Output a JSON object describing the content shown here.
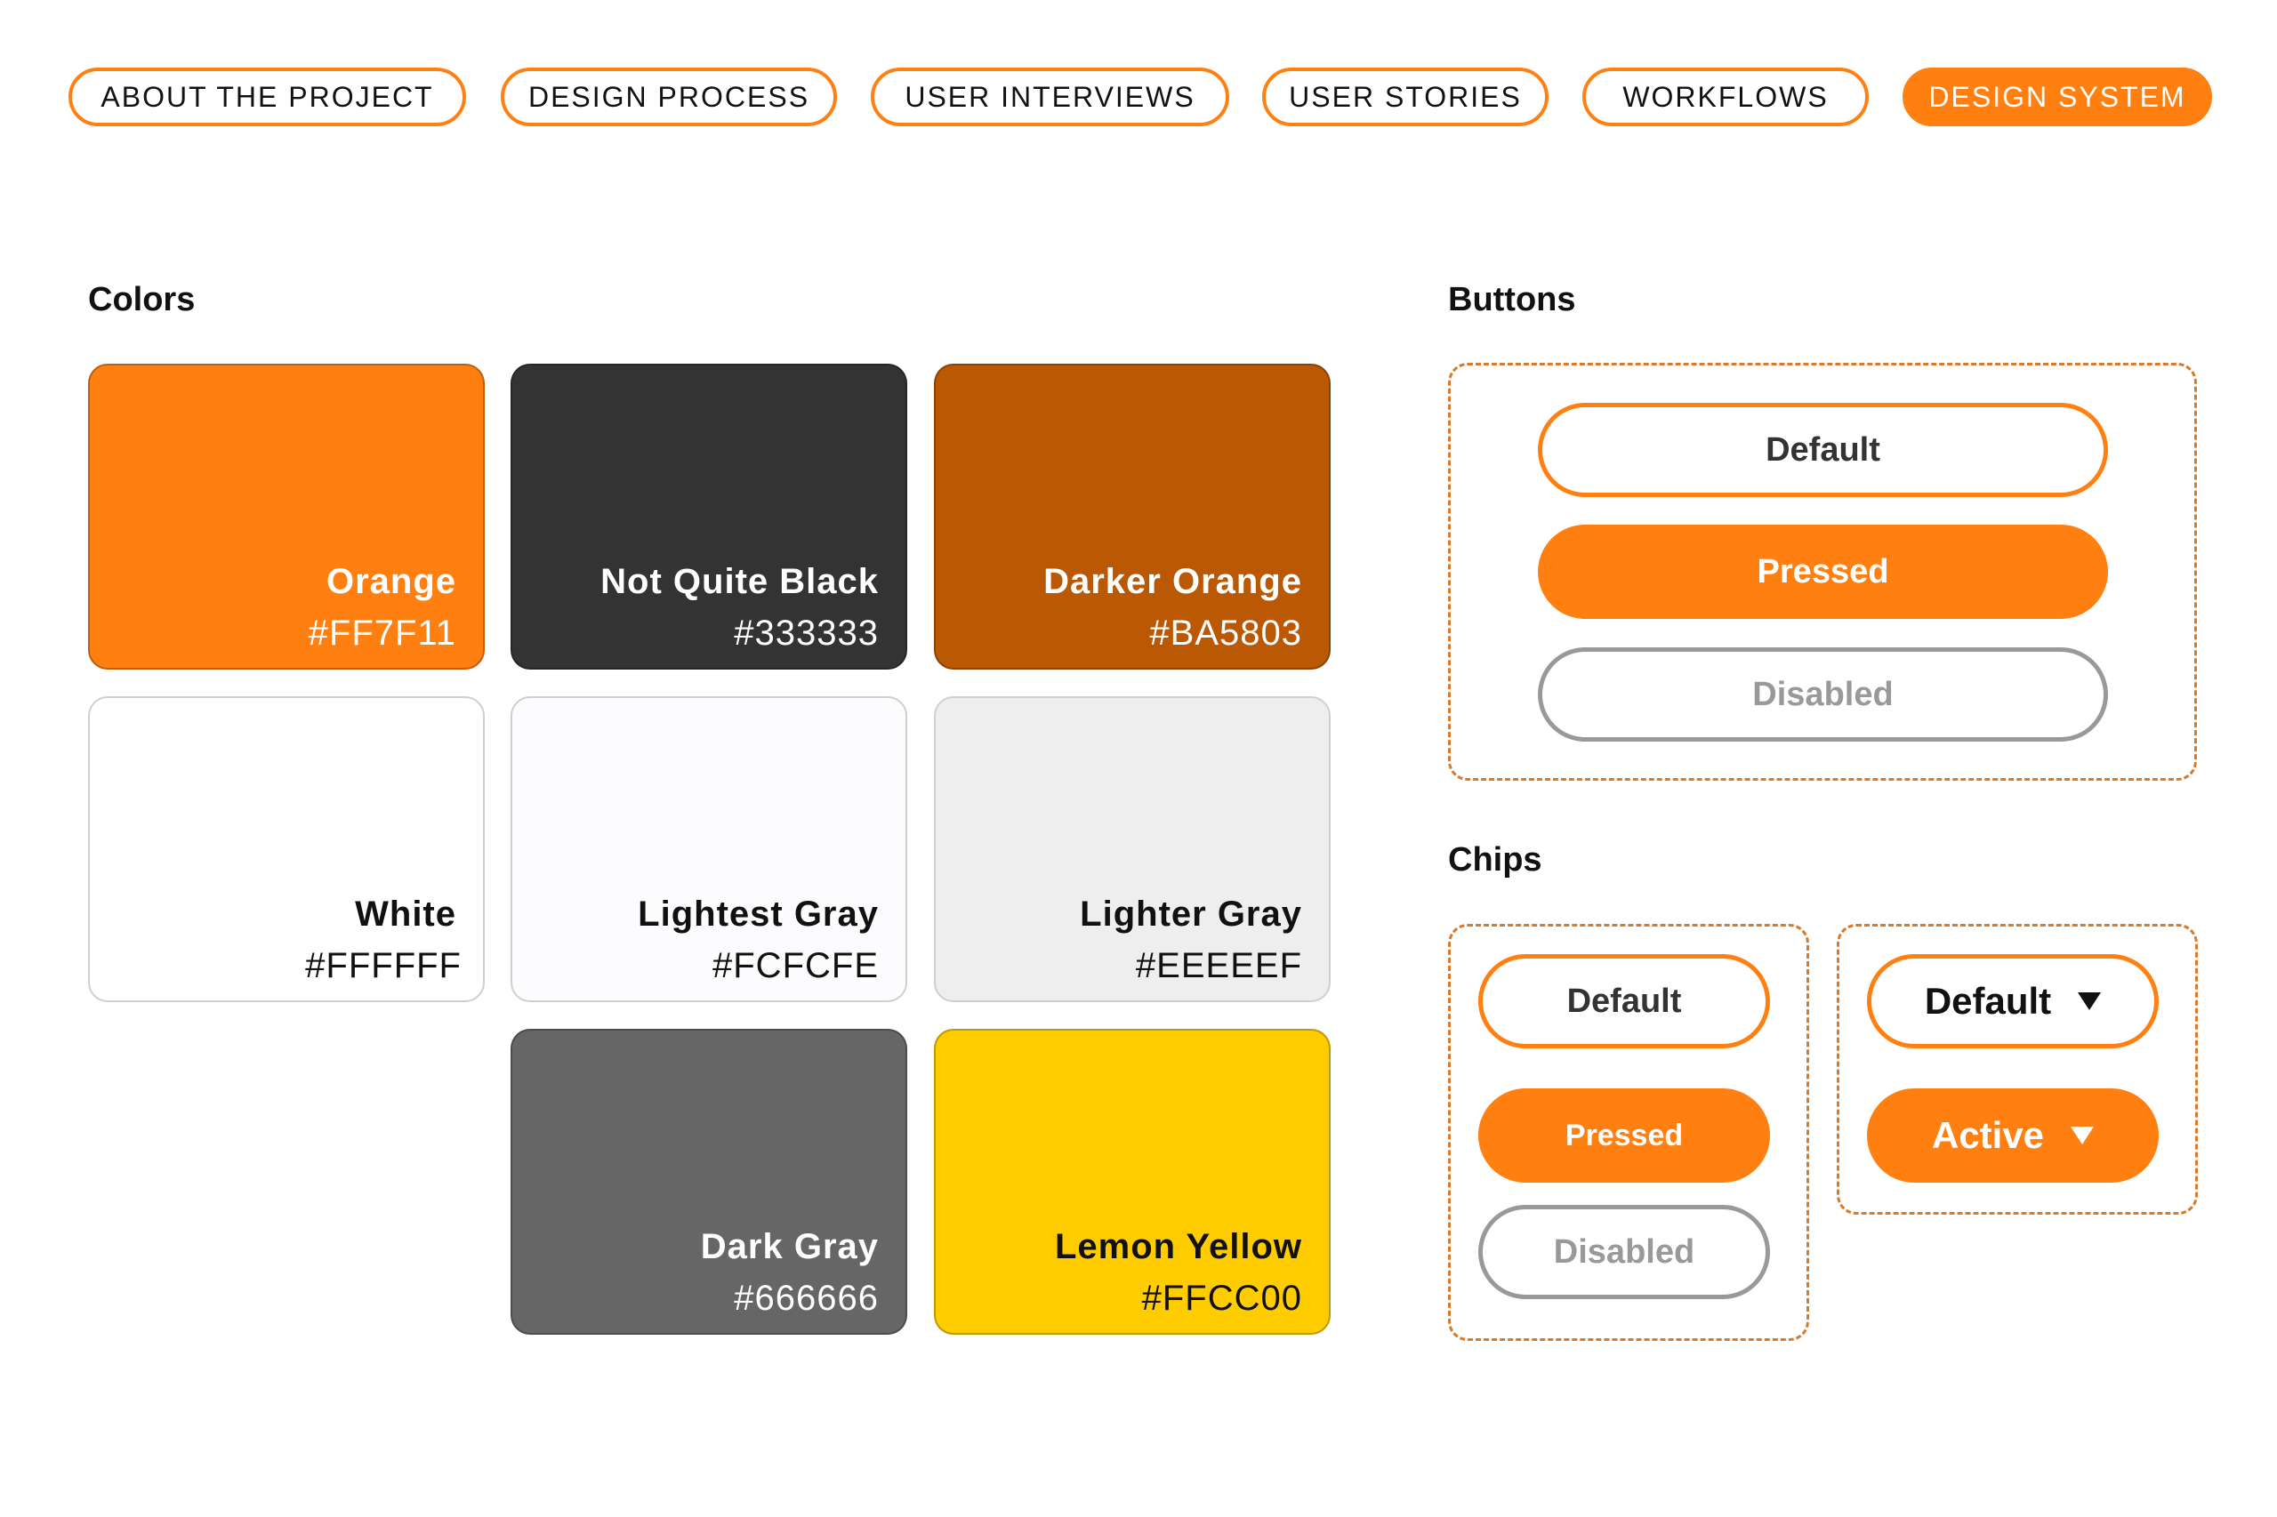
{
  "nav": {
    "items": [
      {
        "label": "ABOUT THE PROJECT",
        "active": false
      },
      {
        "label": "DESIGN PROCESS",
        "active": false
      },
      {
        "label": "USER INTERVIEWS",
        "active": false
      },
      {
        "label": "USER STORIES",
        "active": false
      },
      {
        "label": "WORKFLOWS",
        "active": false
      },
      {
        "label": "DESIGN SYSTEM",
        "active": true
      }
    ]
  },
  "colors": {
    "title": "Colors",
    "swatches": [
      {
        "name": "Orange",
        "hex": "#FF7F11"
      },
      {
        "name": "Not Quite Black",
        "hex": "#333333"
      },
      {
        "name": "Darker Orange",
        "hex": "#BA5803"
      },
      {
        "name": "White",
        "hex": "#FFFFFF"
      },
      {
        "name": "Lightest Gray",
        "hex": "#FCFCFE"
      },
      {
        "name": "Lighter Gray",
        "hex": "#EEEEEF"
      },
      {
        "name": "Dark Gray",
        "hex": "#666666"
      },
      {
        "name": "Lemon Yellow",
        "hex": "#FFCC00"
      }
    ]
  },
  "buttons": {
    "title": "Buttons",
    "default_label": "Default",
    "pressed_label": "Pressed",
    "disabled_label": "Disabled"
  },
  "chips": {
    "title": "Chips",
    "default_label": "Default",
    "pressed_label": "Pressed",
    "disabled_label": "Disabled",
    "dropdown_default_label": "Default",
    "dropdown_active_label": "Active",
    "dropdown_icon": "caret-down-icon"
  },
  "theme": {
    "accent": "#FF7F11",
    "dashed_border": "#D97A2B",
    "disabled": "#999999"
  }
}
